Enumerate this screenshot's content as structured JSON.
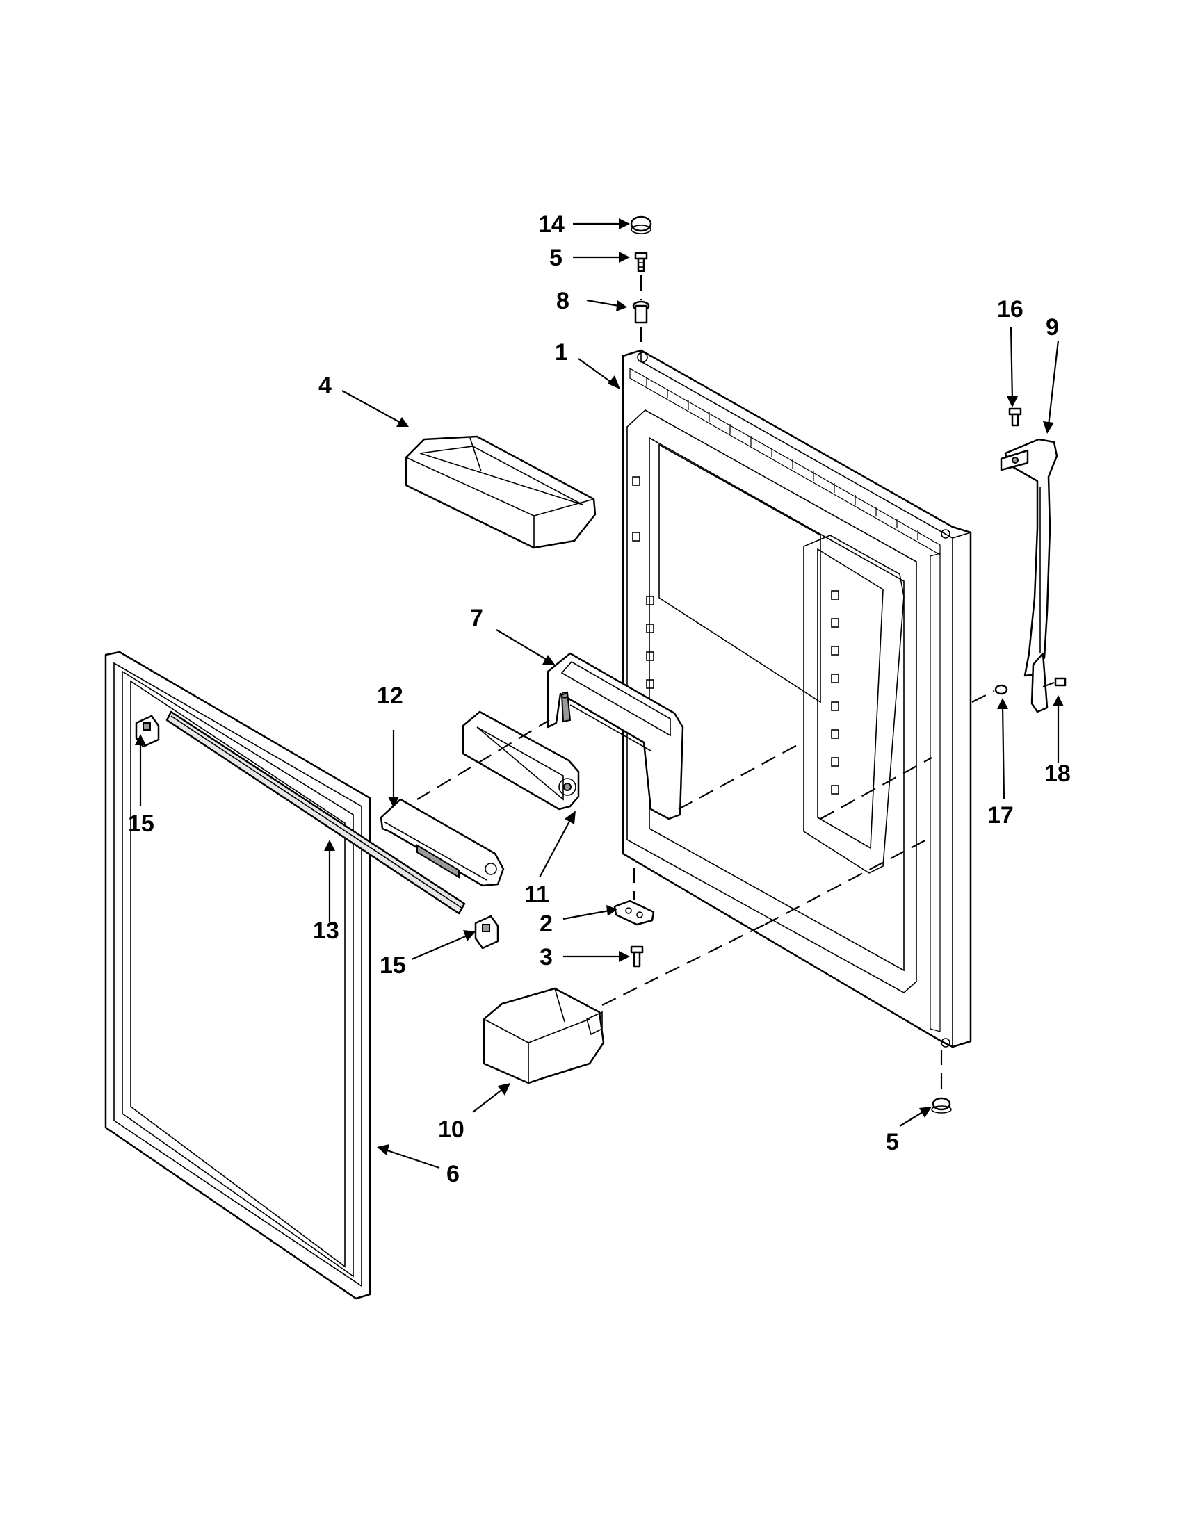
{
  "callouts": [
    {
      "id": "c14",
      "label": "14"
    },
    {
      "id": "c5a",
      "label": "5"
    },
    {
      "id": "c8",
      "label": "8"
    },
    {
      "id": "c1",
      "label": "1"
    },
    {
      "id": "c4",
      "label": "4"
    },
    {
      "id": "c16",
      "label": "16"
    },
    {
      "id": "c9",
      "label": "9"
    },
    {
      "id": "c7",
      "label": "7"
    },
    {
      "id": "c12",
      "label": "12"
    },
    {
      "id": "c15a",
      "label": "15"
    },
    {
      "id": "c13",
      "label": "13"
    },
    {
      "id": "c11",
      "label": "11"
    },
    {
      "id": "c2",
      "label": "2"
    },
    {
      "id": "c3",
      "label": "3"
    },
    {
      "id": "c15b",
      "label": "15"
    },
    {
      "id": "c17",
      "label": "17"
    },
    {
      "id": "c18",
      "label": "18"
    },
    {
      "id": "c10",
      "label": "10"
    },
    {
      "id": "c5b",
      "label": "5"
    },
    {
      "id": "c6",
      "label": "6"
    }
  ],
  "colors": {
    "line": "#000000",
    "background": "#ffffff"
  }
}
